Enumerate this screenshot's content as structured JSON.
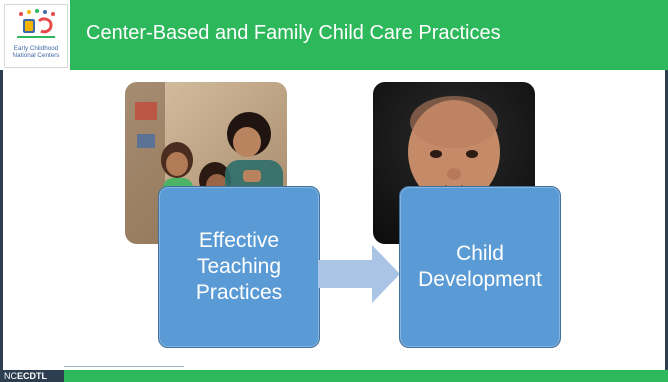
{
  "header": {
    "title": "Center-Based and Family Child Care Practices",
    "logo": {
      "text": "Early Childhood\nNational Centers"
    }
  },
  "diagram": {
    "left_box": "Effective\nTeaching\nPractices",
    "right_box": "Child\nDevelopment"
  },
  "footer": {
    "prefix": "NC",
    "suffix": "ECDTL"
  },
  "colors": {
    "title_bar": "#2eb85c",
    "box_fill": "#5b9bd5",
    "arrow_fill": "#a9c4e4",
    "footer_dark": "#2c3e50"
  }
}
